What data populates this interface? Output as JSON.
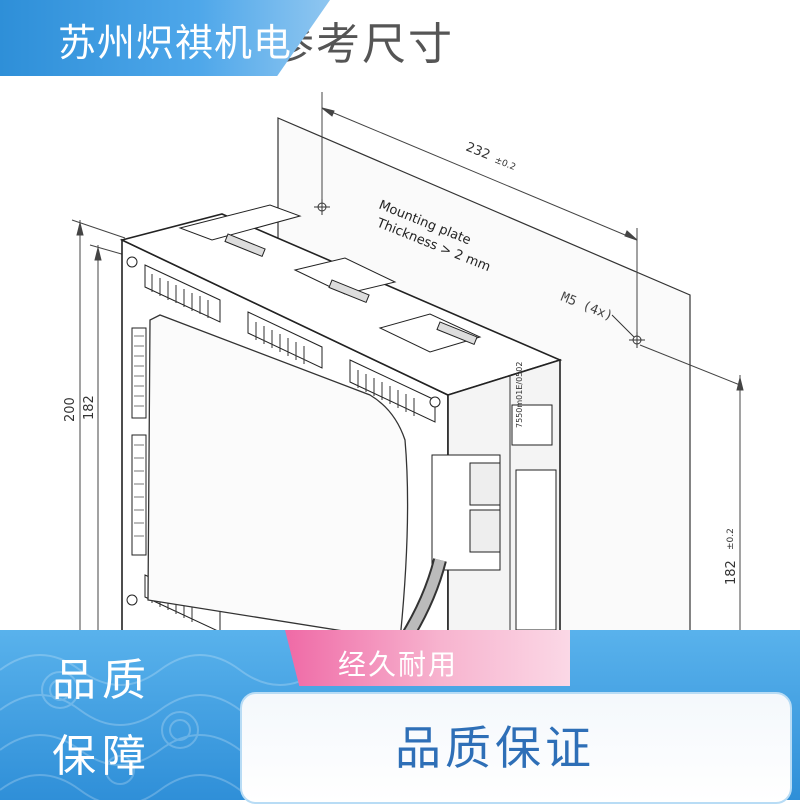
{
  "header": {
    "brand": "苏州炽祺机电",
    "title_partial": "参考尺寸"
  },
  "drawing": {
    "plate_label_line1": "Mounting plate",
    "plate_label_line2": "Thickness > 2 mm",
    "dim_width": "232",
    "dim_width_tol": "±0.2",
    "dim_hole": "M5 (4x)",
    "dim_height_outer": "200",
    "dim_height_inner": "182",
    "dim_height_right": "182",
    "dim_height_right_tol": "±0.2",
    "drawing_code": "7550m01E/0502"
  },
  "footer": {
    "left_line1": "品质",
    "left_line2": "保障",
    "ribbon": "经久耐用",
    "card": "品质保证"
  },
  "colors": {
    "brand_blue": "#2e8fd8",
    "ribbon_pink": "#ef6aa6",
    "card_text": "#2e6fb7"
  }
}
